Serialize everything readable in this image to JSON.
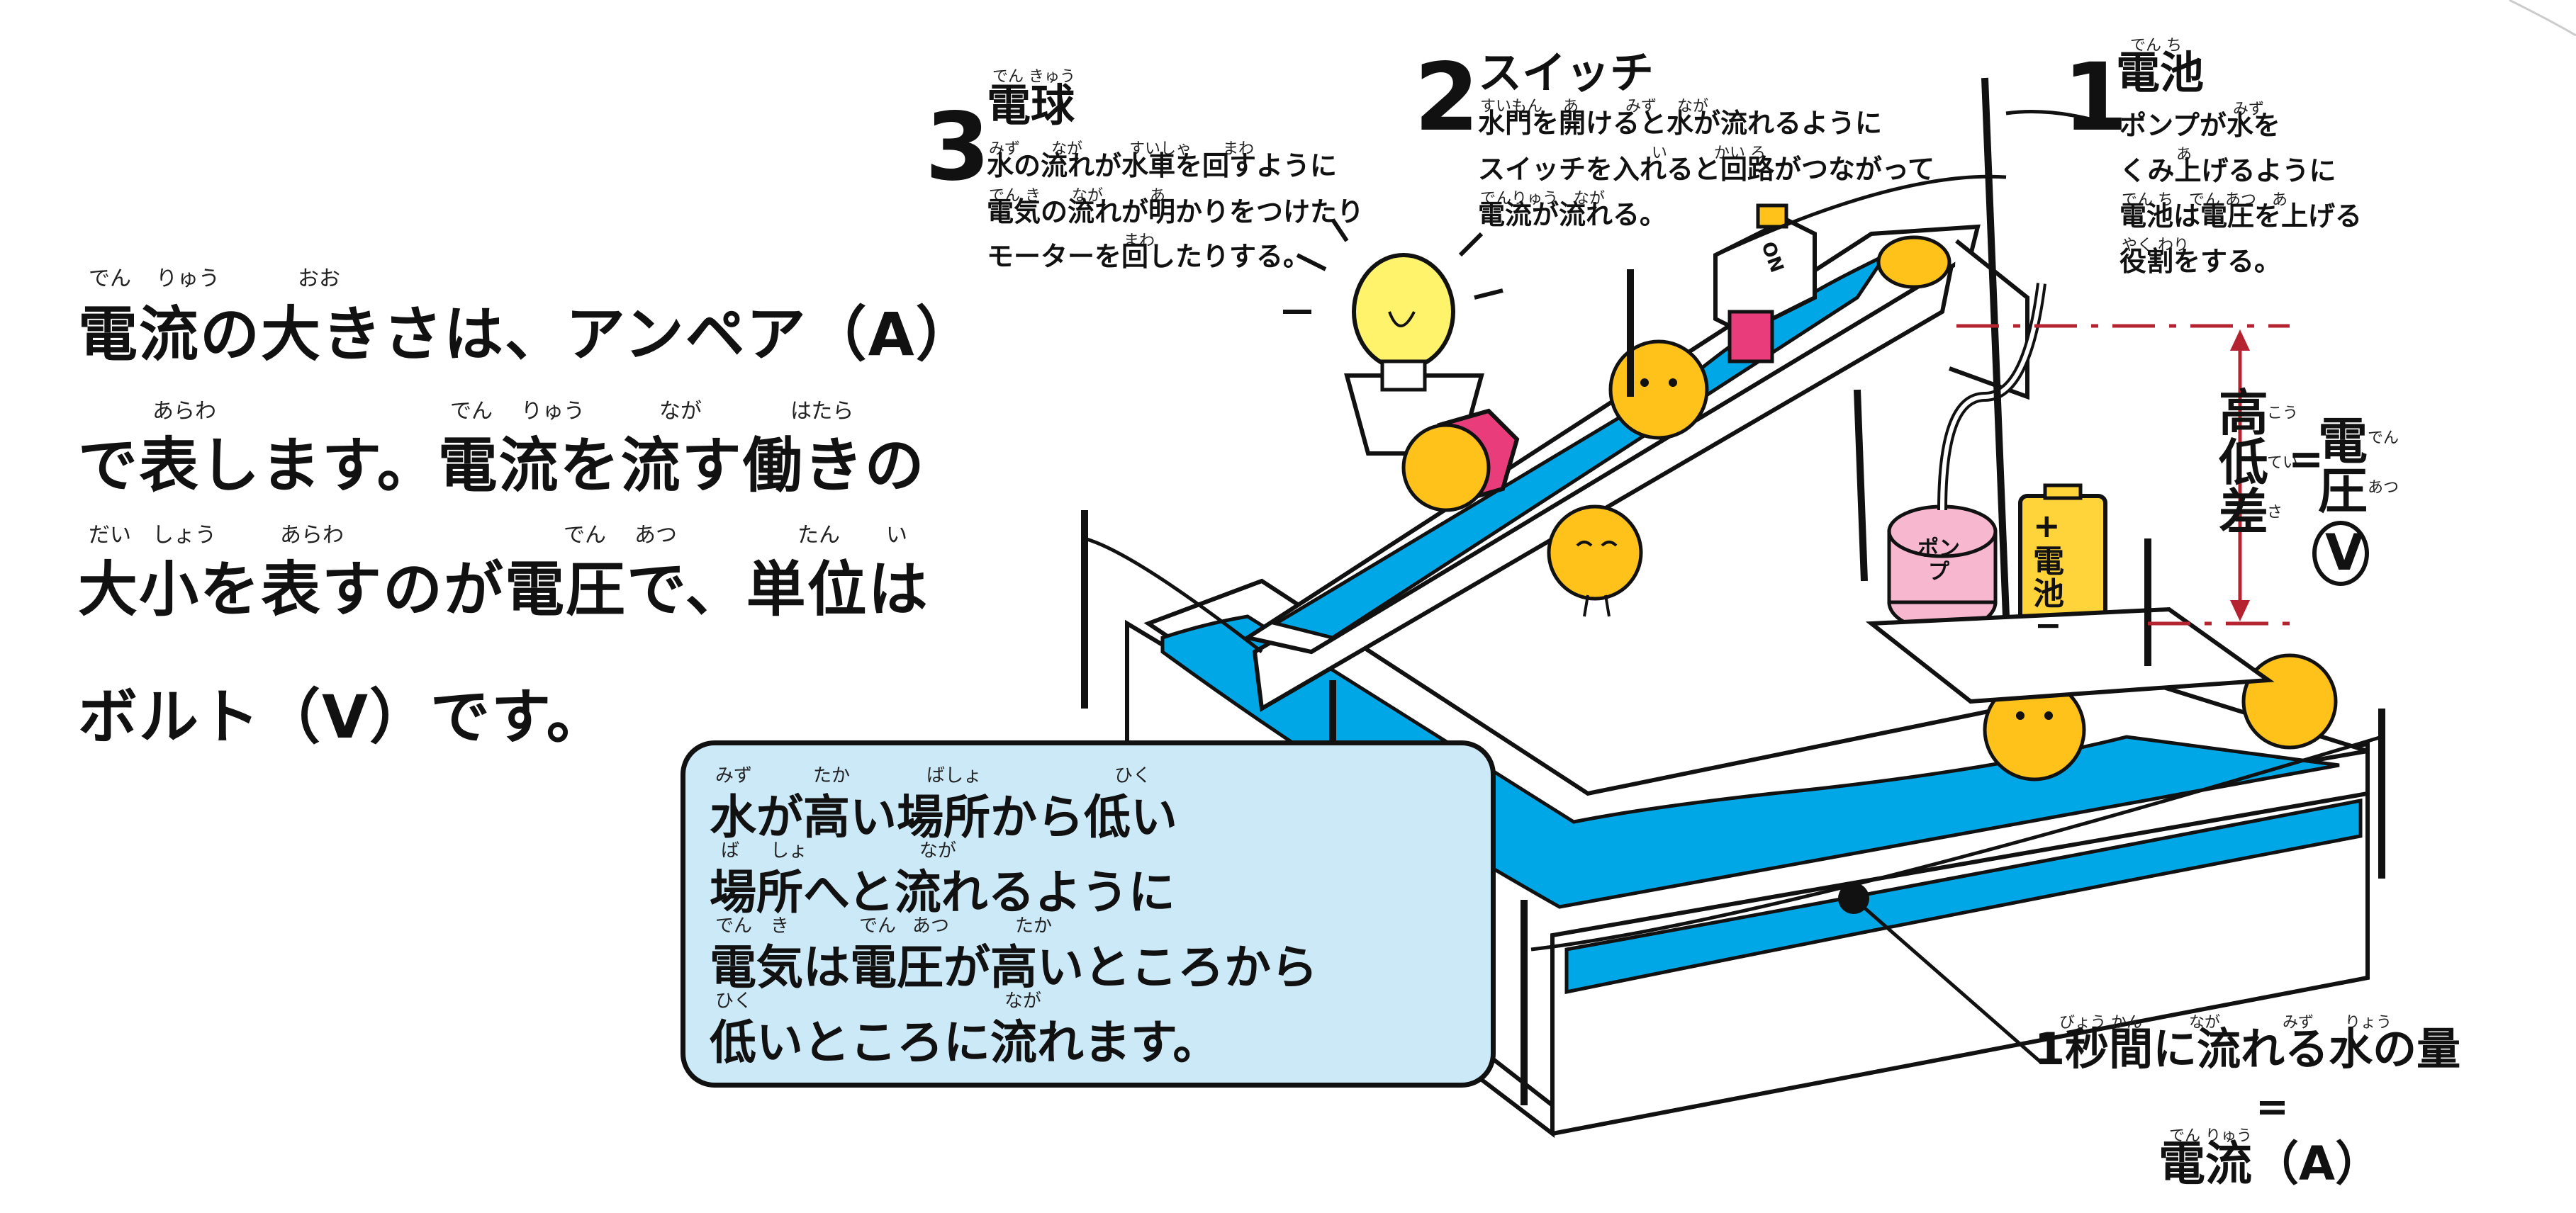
{
  "main_text": {
    "lines": [
      "電流の大きさは、アンペア（A）",
      "で表します。電流を流す働きの",
      "大小を表すのが電圧で、単位は",
      "ボルト（V）です。"
    ],
    "ruby": {
      "l1_den": "でん",
      "l1_ryuu": "りゅう",
      "l1_oo": "おお",
      "l2_arawa": "あらわ",
      "l2_den": "でん",
      "l2_ryuu": "りゅう",
      "l2_naga": "なが",
      "l2_hatara": "はたら",
      "l3_dai": "だい",
      "l3_shou": "しょう",
      "l3_arawa": "あらわ",
      "l3_den": "でん",
      "l3_atsu": "あつ",
      "l3_tan": "たん",
      "l3_i": "い"
    }
  },
  "callout": {
    "lines": [
      "水が高い場所から低い",
      "場所へと流れるように",
      "電気は電圧が高いところから",
      "低いところに流れます。"
    ],
    "ruby": {
      "mizu": "みず",
      "taka": "たか",
      "basho": "ばしょ",
      "hiku": "ひく",
      "ba2": "ば",
      "sho2": "しょ",
      "naga": "なが",
      "den": "でん",
      "ki": "き",
      "den2": "でん",
      "atsu": "あつ",
      "taka2": "たか",
      "hiku2": "ひく",
      "naga2": "なが"
    }
  },
  "labels": {
    "bulb": {
      "number": "3",
      "title": "電球",
      "title_ruby": "でん きゅう",
      "lines": [
        "水の流れが水車を回すように",
        "電気の流れが明かりをつけたり",
        "モーターを回したりする。"
      ],
      "ruby1": "みず　　なが　　　すいしゃ　　まわ",
      "ruby2": "でん き　　なが　　　あ",
      "ruby3": "まわ"
    },
    "switch": {
      "number": "2",
      "title": "スイッチ",
      "lines": [
        "水門を開けると水が流れるように",
        "スイッチを入れると回路がつながって",
        "電流が流れる。"
      ],
      "ruby1": "すいもん　 あ　　　みず　 なが",
      "ruby2": "い　　　かい ろ",
      "ruby3": "でんりゅう　なが"
    },
    "battery": {
      "number": "1",
      "title": "電池",
      "title_ruby": "でん ち",
      "lines": [
        "ポンプが水を",
        "くみ上げるように",
        "電池は電圧を上げる",
        "役割をする。"
      ],
      "ruby1": "みず",
      "ruby2": "あ",
      "ruby3": "でん ち　でん あつ　あ",
      "ruby4": "やく わり"
    }
  },
  "voltage": {
    "left_chars": [
      "高",
      "低",
      "差"
    ],
    "left_ruby": [
      "こう",
      "てい",
      "さ"
    ],
    "equals": "=",
    "right_chars": [
      "電",
      "圧",
      "V"
    ],
    "right_ruby": [
      "でん",
      "あつ"
    ]
  },
  "current_def": {
    "line": "1秒間に流れる水の量",
    "ruby": "びょう かん　　　なが　　　　みず　　りょう",
    "equals": "=",
    "result": "電流（A）",
    "result_ruby": "でん りゅう"
  },
  "device_labels": {
    "pump": "ポンプ",
    "battery_plus": "+",
    "battery_text": "電池",
    "battery_minus": "−",
    "switch_on": "ON"
  },
  "colors": {
    "water": "#00a7e6",
    "callout_bg": "#cce9f8",
    "character": "#ffc21a",
    "pump": "#f7b8cf",
    "battery": "#ffd43b",
    "bulb": "#fff36b",
    "gate": "#e83d7a",
    "height_line": "#b52330"
  }
}
